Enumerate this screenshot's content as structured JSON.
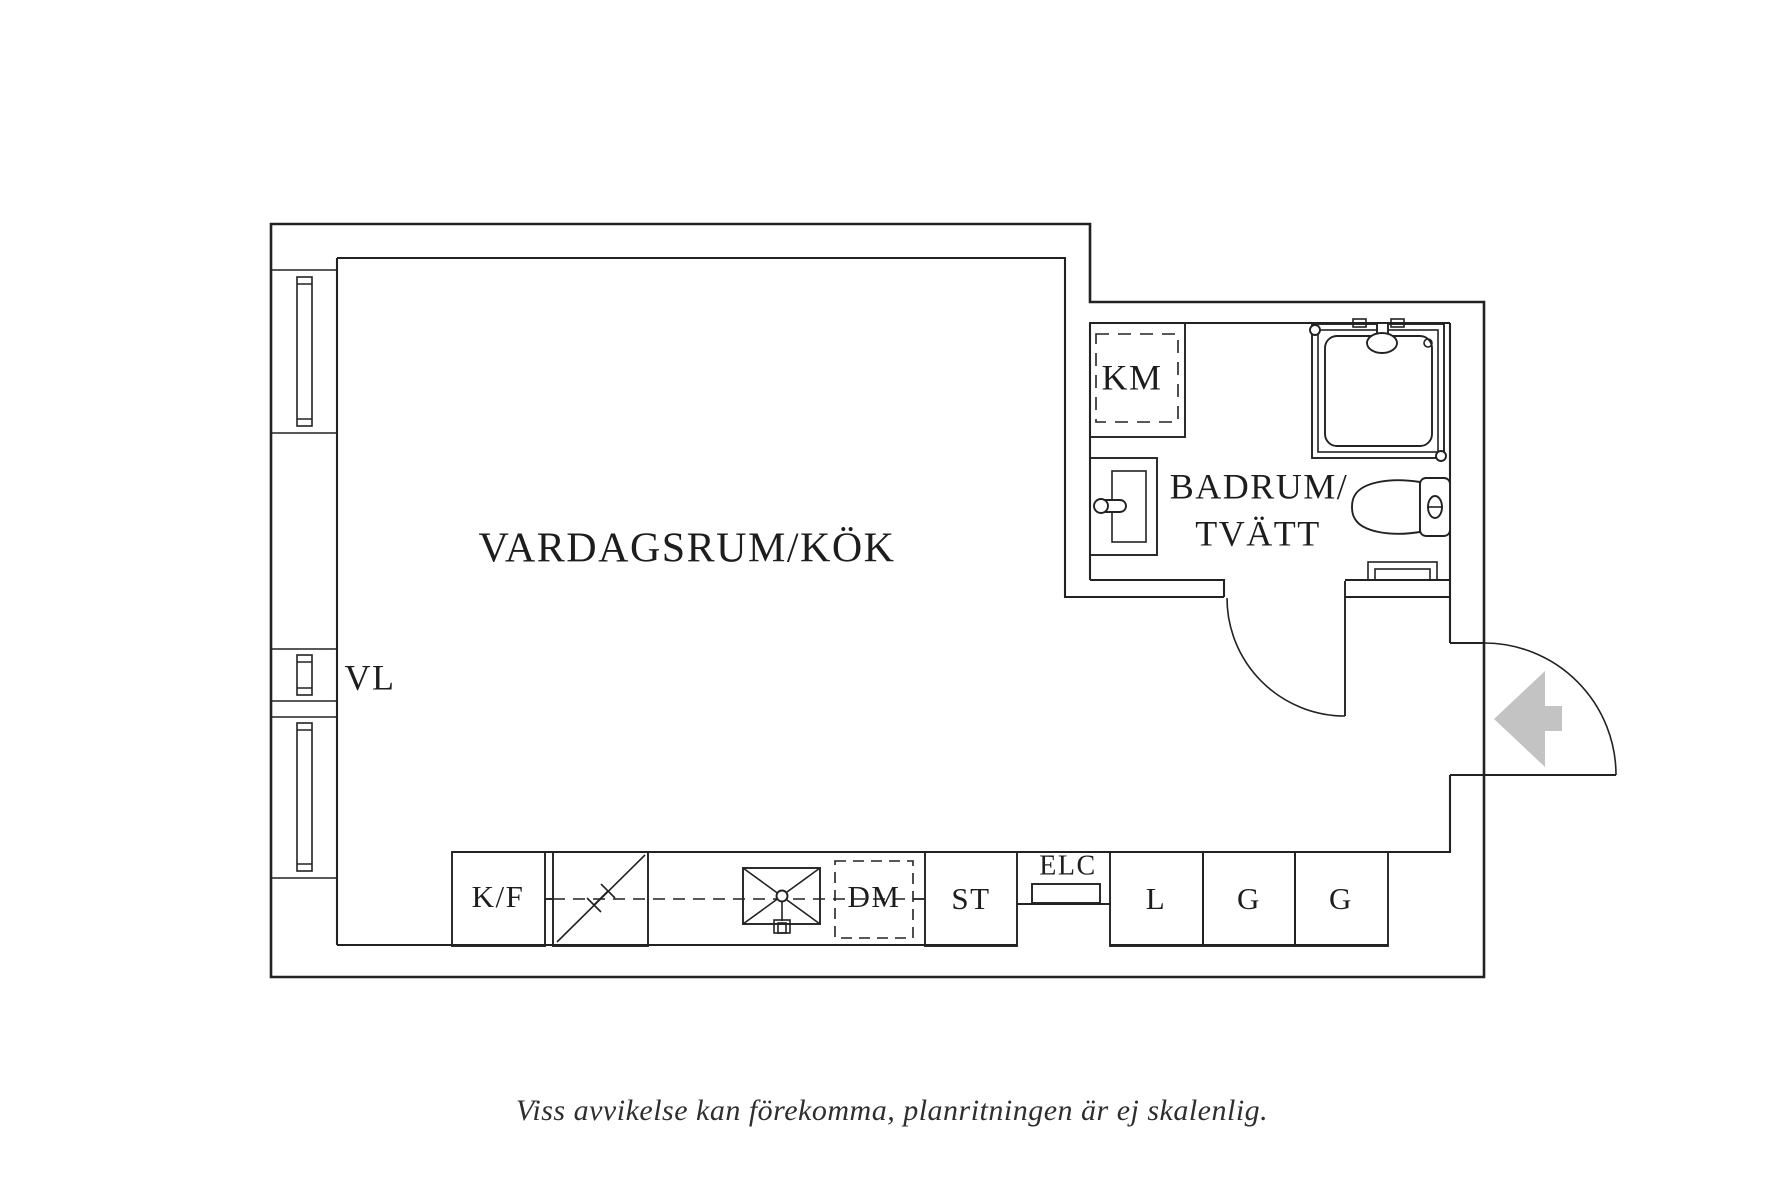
{
  "plan": {
    "rooms": {
      "living_kitchen_label": "VARDAGSRUM/KÖK",
      "bathroom_label_line1": "BADRUM/",
      "bathroom_label_line2": "TVÄTT"
    },
    "annotations": {
      "vl_label": "VL"
    },
    "fixtures": {
      "washing_machine_label": "KM",
      "fridge_freezer_label": "K/F",
      "dishwasher_label": "DM",
      "cleaning_cabinet_label": "ST",
      "electrical_cabinet_label": "ELC",
      "linen_cabinet_label": "L",
      "wardrobe1_label": "G",
      "wardrobe2_label": "G"
    },
    "footer": {
      "disclaimer": "Viss avvikelse kan förekomma, planritningen är ej skalenlig."
    },
    "colors": {
      "line": "#222222",
      "entry_arrow": "#c3c3c3",
      "background": "#ffffff"
    }
  }
}
